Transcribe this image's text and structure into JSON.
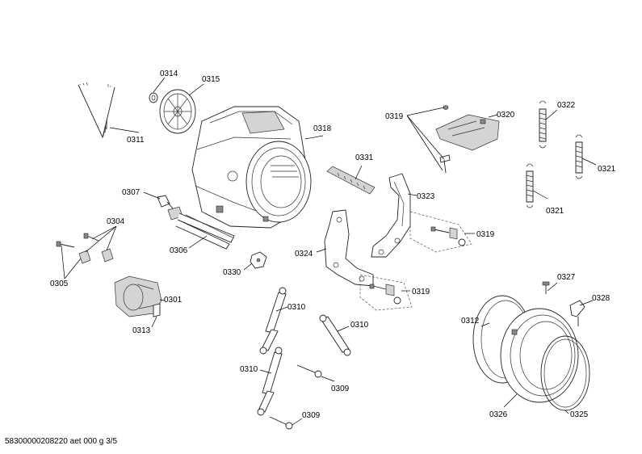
{
  "labels": {
    "p0311": "0311",
    "p0314": "0314",
    "p0315": "0315",
    "p0318": "0318",
    "p0319a": "0319",
    "p0320": "0320",
    "p0322": "0322",
    "p0321a": "0321",
    "p0321b": "0321",
    "p0331": "0331",
    "p0307": "0307",
    "p0323": "0323",
    "p0304": "0304",
    "p0319b": "0319",
    "p0306": "0306",
    "p0324": "0324",
    "p0330": "0330",
    "p0305": "0305",
    "p0319c": "0319",
    "p0327": "0327",
    "p0301": "0301",
    "p0328": "0328",
    "p0313": "0313",
    "p0310a": "0310",
    "p0312": "0312",
    "p0310b": "0310",
    "p0310c": "0310",
    "p0309a": "0309",
    "p0309b": "0309",
    "p0326": "0326",
    "p0325": "0325"
  },
  "footer": "58300000208220 aet 000 g 3/5"
}
